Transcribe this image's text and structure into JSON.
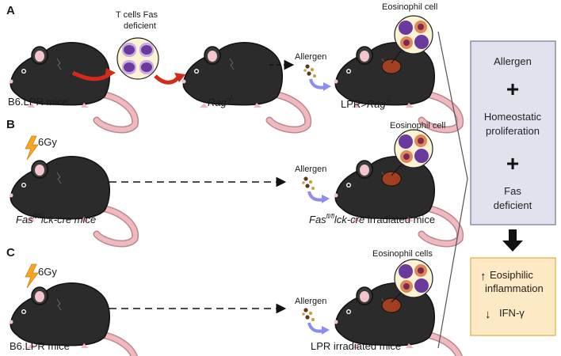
{
  "panels": {
    "a": {
      "letter": "A",
      "donor": "B6.LPR mice",
      "cells_line1": "T cells  Fas",
      "cells_line2": "deficient",
      "recipient": "Rag",
      "recipient_sup": "-/-",
      "allergen": "Allergen",
      "eosinophil": "Eosinophil cell",
      "result_prefix": "LPR>",
      "result_italic": "Rag",
      "result_sup": "-/-"
    },
    "b": {
      "letter": "B",
      "dose": "6Gy",
      "mouse_italic": "Fas",
      "mouse_sup": "fl/fl",
      "mouse_italic2": "lck-cre",
      "mouse_tail": " mice",
      "allergen": "Allergen",
      "eosinophil": "Eosinophil cell",
      "result_italic": "Fas",
      "result_sup": "fl/fl",
      "result_italic2": "lck-cre",
      "result_tail": " irradiated mice"
    },
    "c": {
      "letter": "C",
      "dose": "6Gy",
      "mouse": "B6.LPR mice",
      "allergen": "Allergen",
      "eosinophil": "Eosinophil cells",
      "result": "LPR irradiated mice"
    }
  },
  "summary": {
    "line1": "Allergen",
    "plus": "+",
    "line2a": "Homeostatic",
    "line2b": "proliferation",
    "line3a": "Fas",
    "line3b": "deficient"
  },
  "outcome": {
    "line1": "Eosiphilic",
    "line1b": "inflammation",
    "up_arrow": "↑",
    "line2": "IFN-γ",
    "down_arrow": "↓"
  },
  "colors": {
    "mouse_body": "#2b2b2b",
    "mouse_ear": "#f3c6cd",
    "tail": "#f2b8c0",
    "cell_circle": "#fbf3d2",
    "cell_purple": "#6a3a9c",
    "transfer_arrow": "#d42a1a",
    "allergen_arrow": "#8d8df0",
    "lightning": "#f5a623",
    "summary_box_fill": "#e2e2ef",
    "summary_box_stroke": "#8b8bb0",
    "outcome_box_fill": "#fde9c4",
    "outcome_box_stroke": "#e8b860"
  }
}
